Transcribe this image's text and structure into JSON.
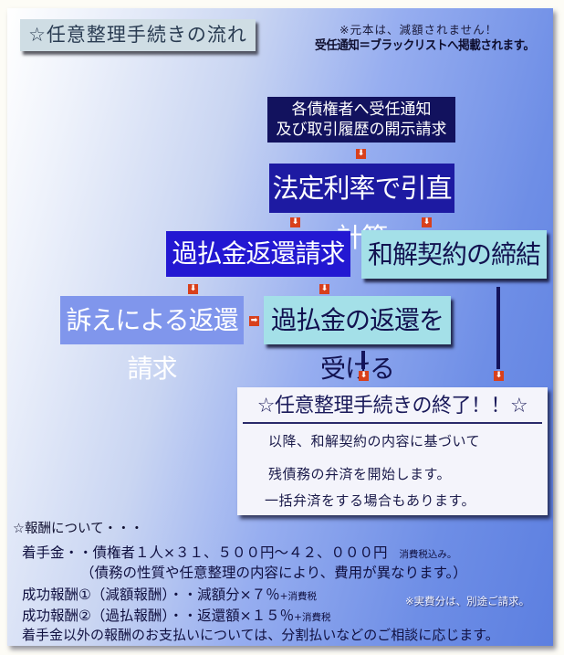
{
  "header": {
    "title": "☆任意整理手続きの流れ",
    "note_line1": "※元本は、減額されません！",
    "note_line2": "受任通知＝ブラックリストへ掲載されます。"
  },
  "flow": {
    "step1_line1": "各債権者へ受任通知",
    "step1_line2": "及び取引履歴の開示請求",
    "step2": "法定利率で引直計算",
    "step3_left": "過払金返還請求",
    "step3_right": "和解契約の締結",
    "step4_left": "訴えによる返還請求",
    "step4_right": "過払金の返還を受ける",
    "arrow_down_glyph": "⬇",
    "arrow_right_glyph": "➡"
  },
  "end": {
    "title": "☆任意整理手続きの終了！！☆",
    "lines": [
      "以降、和解契約の内容に基づいて",
      "残債務の弁済を開始します。",
      "一括弁済をする場合もあります。"
    ]
  },
  "fees": {
    "heading": "☆報酬について・・・",
    "retainer_main": "着手金・・債権者１人×３１、５００円～４２、０００円",
    "retainer_tax": "消費税込み。",
    "retainer_note": "（債務の性質や任意整理の内容により、費用が異なります。）",
    "success1_main": "成功報酬①（減額報酬）・・減額分×７％",
    "success1_tax": "+消費税",
    "success2_main": "成功報酬②（過払報酬）・・返還額×１５％",
    "success2_tax": "+消費税",
    "expenses_note": "※実費分は、別途ご請求。",
    "installment_note": "着手金以外の報酬のお支払いについては、分割払いなどのご相談に応じます。"
  },
  "colors": {
    "navy": "#12125e",
    "blue_box": "#2318d2",
    "cyan_box": "#a4e0e8",
    "light_blue_box": "#8096ec",
    "arrow_orange": "#d8401c"
  }
}
